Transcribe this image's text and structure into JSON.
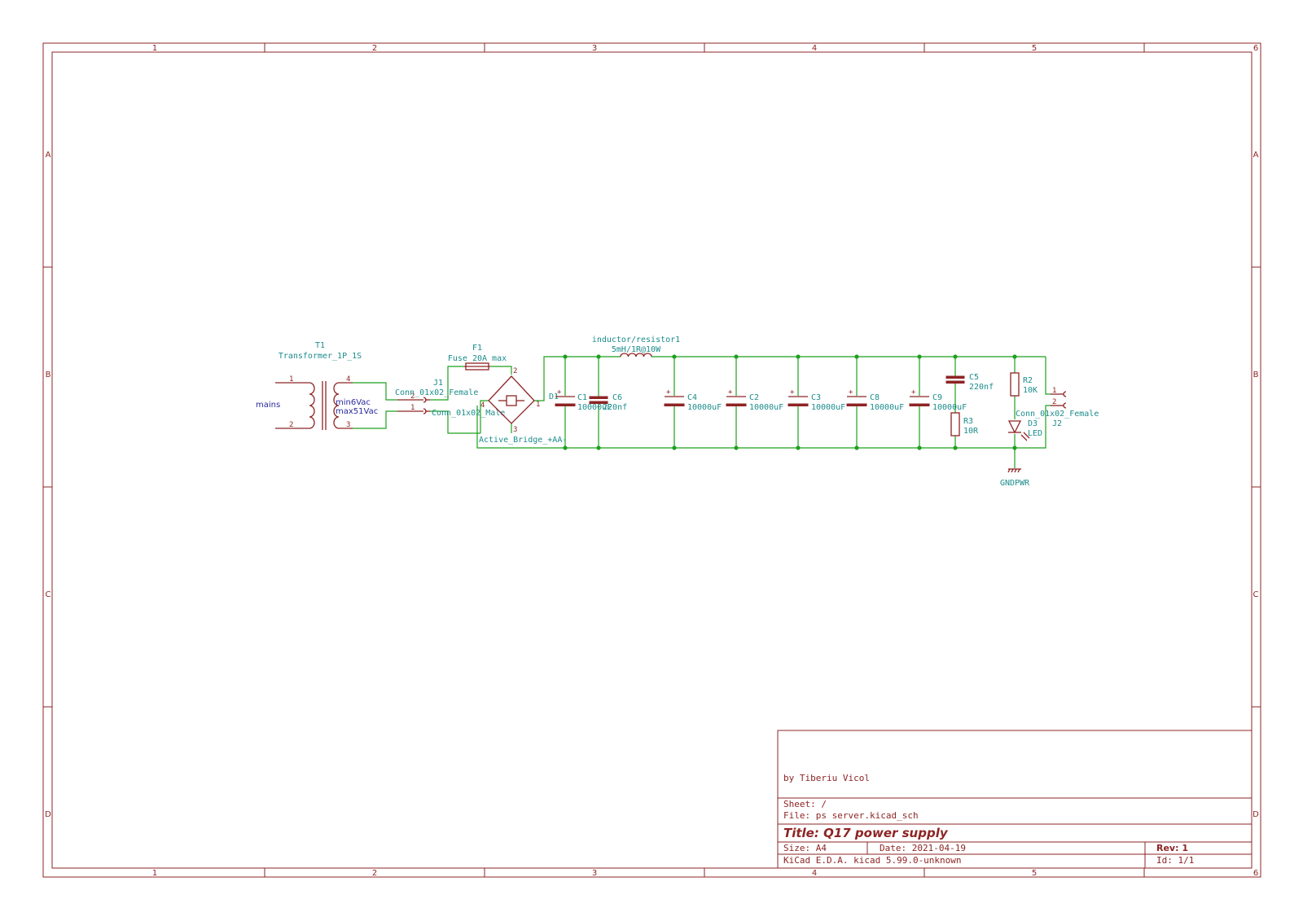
{
  "frame": {
    "columns": [
      "1",
      "2",
      "3",
      "4",
      "5",
      "6"
    ],
    "rows": [
      "A",
      "B",
      "C",
      "D"
    ]
  },
  "title_block": {
    "author": "by Tiberiu Vicol",
    "sheet": "Sheet: /",
    "file": "File: ps server.kicad_sch",
    "title": "Title: Q17 power supply",
    "size": "Size: A4",
    "date": "Date: 2021-04-19",
    "rev": "Rev: 1",
    "tool": "KiCad E.D.A.  kicad 5.99.0-unknown",
    "id": "Id: 1/1"
  },
  "schematic": {
    "mains_label": "mains",
    "t1": {
      "ref": "T1",
      "value": "Transformer_1P_1S",
      "sec1": "min6Vac",
      "sec2": "max51Vac",
      "p1": "1",
      "p2": "2",
      "p3": "3",
      "p4": "4"
    },
    "j1": {
      "ref": "J1",
      "value_a": "Conn_01x02_Female",
      "value_b": "Conn_01x02_Male",
      "p1": "1",
      "p2": "2"
    },
    "f1": {
      "ref": "F1",
      "value": "Fuse 20A max"
    },
    "d1": {
      "ref": "D1",
      "value": "Active_Bridge_+AA-",
      "p1": "1",
      "p2": "2",
      "p3": "3",
      "p4": "4"
    },
    "l1": {
      "ref": "inductor/resistor1",
      "value": "5mH/1R@10W"
    },
    "c1": {
      "ref": "C1",
      "value": "10000uF"
    },
    "c6": {
      "ref": "C6",
      "value": "220nf"
    },
    "c4": {
      "ref": "C4",
      "value": "10000uF"
    },
    "c2": {
      "ref": "C2",
      "value": "10000uF"
    },
    "c3": {
      "ref": "C3",
      "value": "10000uF"
    },
    "c8": {
      "ref": "C8",
      "value": "10000uF"
    },
    "c9": {
      "ref": "C9",
      "value": "10000uF"
    },
    "c5": {
      "ref": "C5",
      "value": "220nf"
    },
    "r3": {
      "ref": "R3",
      "value": "10R"
    },
    "r2": {
      "ref": "R2",
      "value": "10K"
    },
    "d3": {
      "ref": "D3",
      "value": "LED"
    },
    "j2": {
      "ref": "J2",
      "value": "Conn_01x02_Female",
      "p1": "1",
      "p2": "2"
    },
    "gnd": "GNDPWR"
  }
}
